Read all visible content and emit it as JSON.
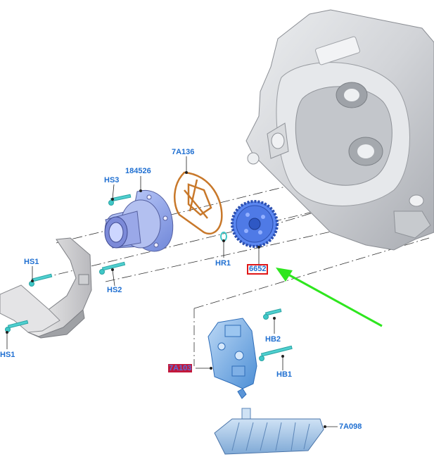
{
  "diagram": {
    "callouts": {
      "hs3": "HS3",
      "p184526": "184526",
      "p7a136": "7A136",
      "hs1_top": "HS1",
      "hs2": "HS2",
      "hr1": "HR1",
      "p6652": "6652",
      "hs1_bottom": "HS1",
      "hb2": "HB2",
      "p7a103": "7A103",
      "hb1": "HB1",
      "p7a098": "7A098"
    },
    "highlighted_part": "6652",
    "colors": {
      "callout_text": "#1f6fd1",
      "highlight_box": "#e01818",
      "highlight_fill": "#c2183c",
      "pointer_arrow": "#2ee61e",
      "part_blue": "#5a86f0",
      "gasket_orange": "#c8782a",
      "housing_gray": "#d4d6da",
      "component_blue": "#8fb8e8",
      "bolt_cyan": "#3fc7c7",
      "leader_line": "#222222"
    }
  }
}
